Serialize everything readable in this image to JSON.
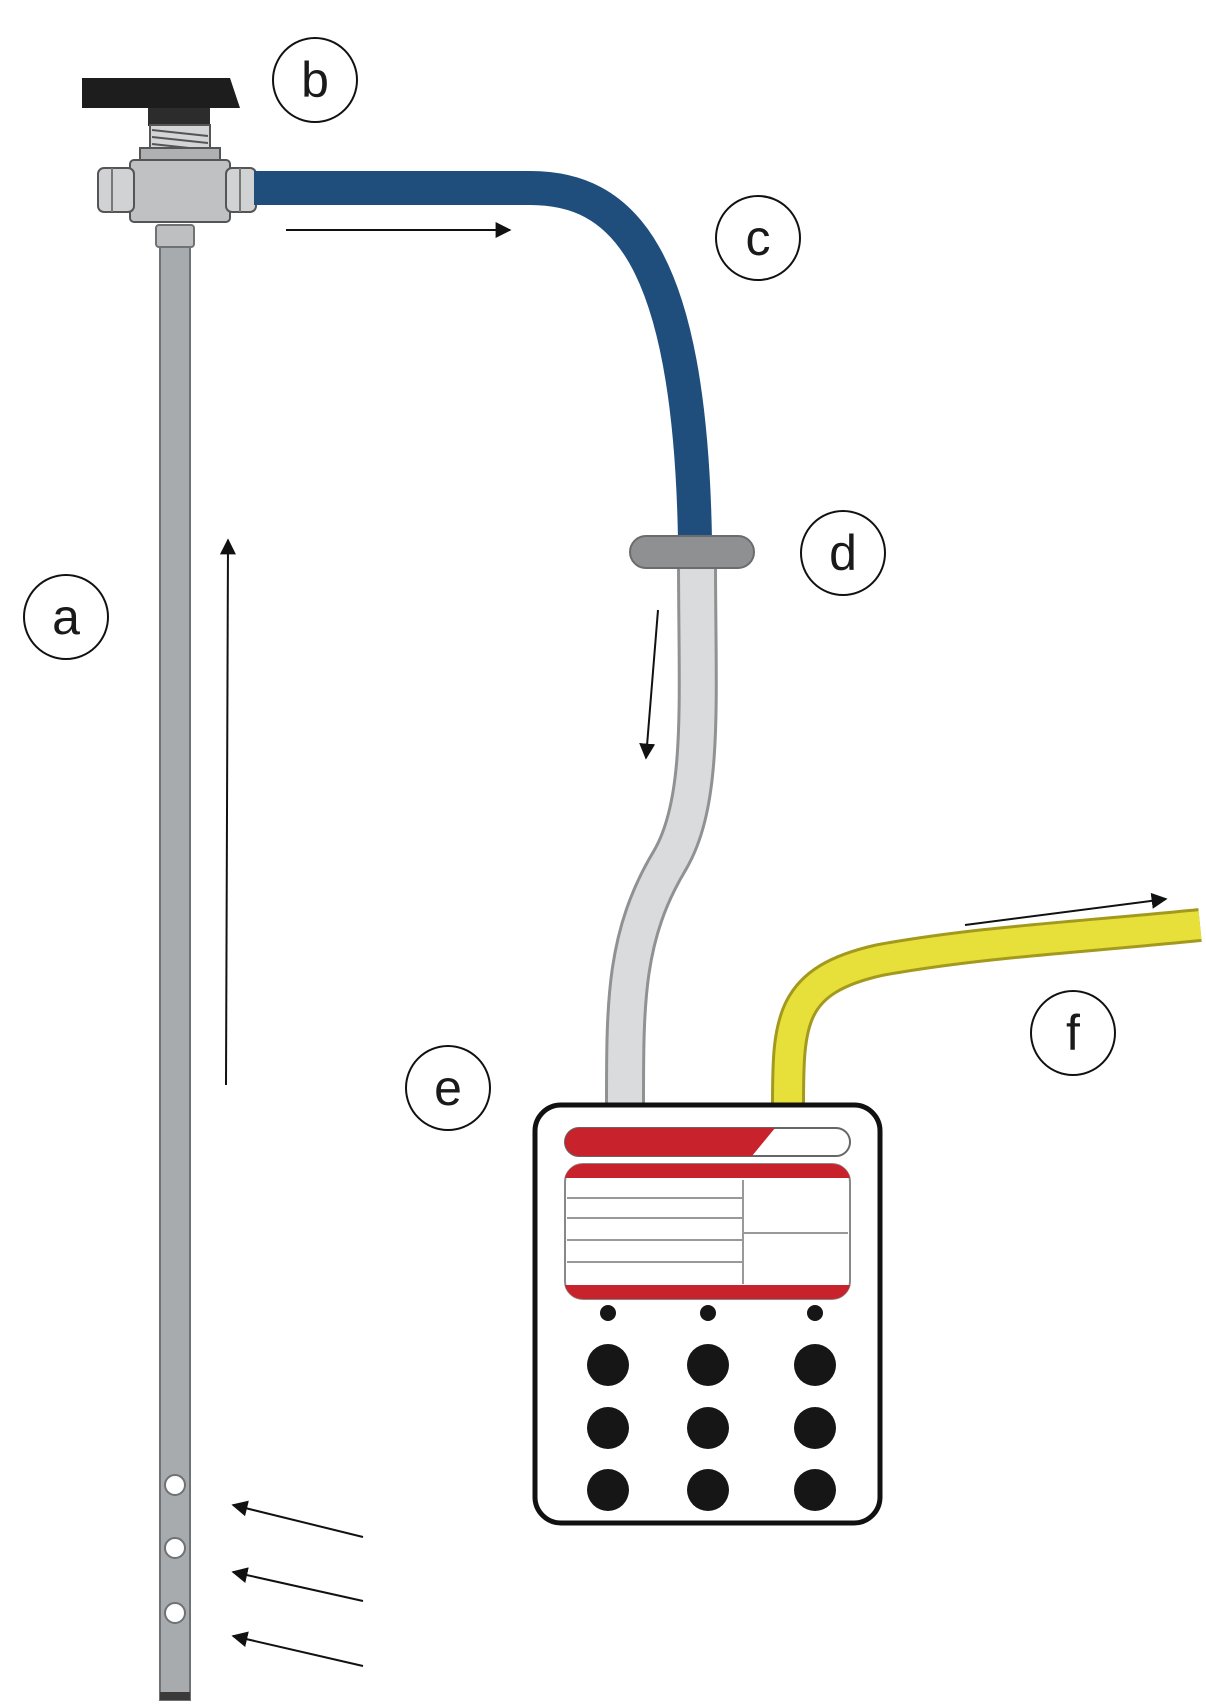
{
  "labels": {
    "a": "a",
    "b": "b",
    "c": "c",
    "d": "d",
    "e": "e",
    "f": "f"
  },
  "colors": {
    "sampling_probe": "#a8abad",
    "probe_outline": "#6f7274",
    "valve_handle": "#1d1d1d",
    "valve_body": "#bfc1c3",
    "blue_tube": "#1f4e7d",
    "connector": "#8e9091",
    "grey_tube": "#d9dbdc",
    "grey_tube_outline": "#8f9193",
    "yellow_tube": "#e7df3a",
    "yellow_tube_outline": "#a39a1d",
    "device_accent": "#c8232c",
    "device_buttons": "#161616",
    "arrows": "#111111"
  },
  "icons": {
    "flow_arrow": "arrow-icon",
    "valve": "valve-icon",
    "device": "gas-analyzer-icon"
  }
}
